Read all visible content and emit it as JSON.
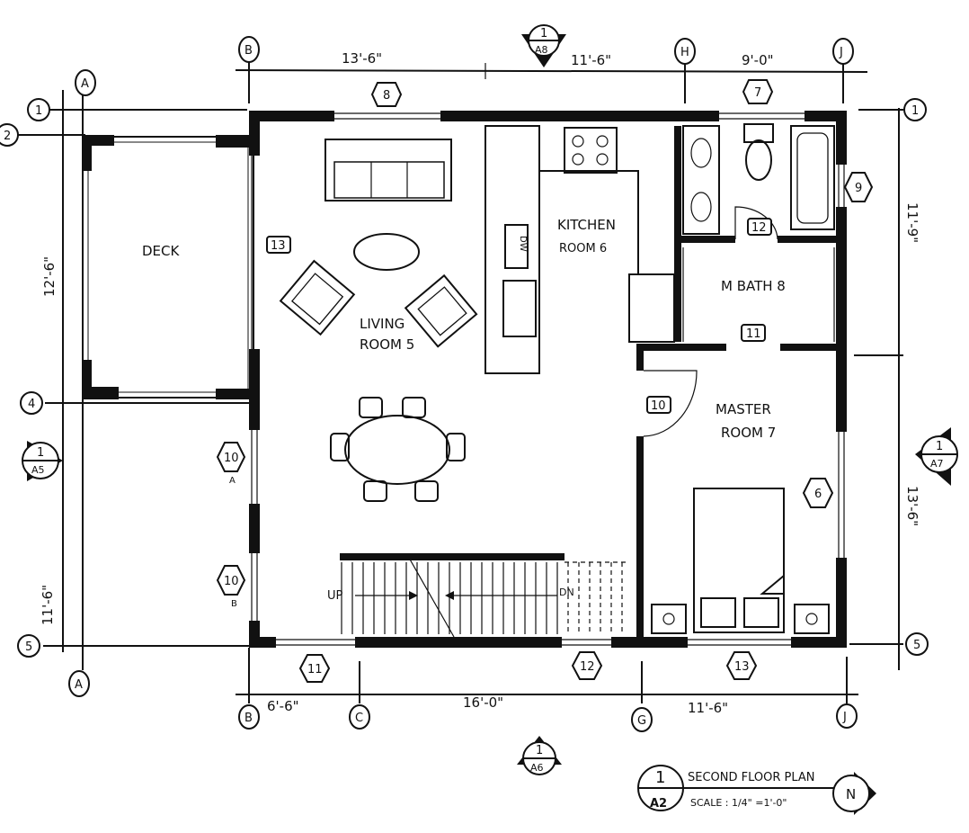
{
  "title_block": {
    "number": "1",
    "sheet": "A2",
    "title": "SECOND FLOOR PLAN",
    "scale": "SCALE : 1/4\" =1'-0\"",
    "north": "N"
  },
  "grid_columns": {
    "top": [
      "B",
      "H",
      "J"
    ],
    "bottom": [
      "B",
      "C",
      "G",
      "J"
    ],
    "left": [
      "A",
      "A"
    ]
  },
  "grid_rows": {
    "left": [
      "1",
      "2",
      "4",
      "5"
    ],
    "right": [
      "1",
      "5"
    ]
  },
  "dimensions": {
    "top": [
      "13'-6\"",
      "11'-6\"",
      "9'-0\""
    ],
    "bottom": [
      "6'-6\"",
      "16'-0\"",
      "11'-6\""
    ],
    "left": [
      "12'-6\"",
      "11'-6\""
    ],
    "right": [
      "11'-9\"",
      "13'-6\""
    ]
  },
  "section_markers": [
    {
      "num": "1",
      "sheet": "A8"
    },
    {
      "num": "1",
      "sheet": "A5"
    },
    {
      "num": "1",
      "sheet": "A7"
    },
    {
      "num": "1",
      "sheet": "A6"
    }
  ],
  "rooms": {
    "deck": "DECK",
    "kitchen": [
      "KITCHEN",
      "ROOM 6"
    ],
    "living": [
      "LIVING",
      "ROOM 5"
    ],
    "mbath": "M BATH 8",
    "master": [
      "MASTER",
      "ROOM 7"
    ]
  },
  "window_tags": [
    "8",
    "7",
    "9",
    "6",
    "10",
    "10",
    "11",
    "12",
    "13"
  ],
  "window_tag_suffix": [
    "A",
    "B"
  ],
  "door_tags": [
    "13",
    "12",
    "11",
    "10"
  ],
  "stair": {
    "up": "UP",
    "down": "DN"
  },
  "appliance": {
    "dw": "DW"
  }
}
